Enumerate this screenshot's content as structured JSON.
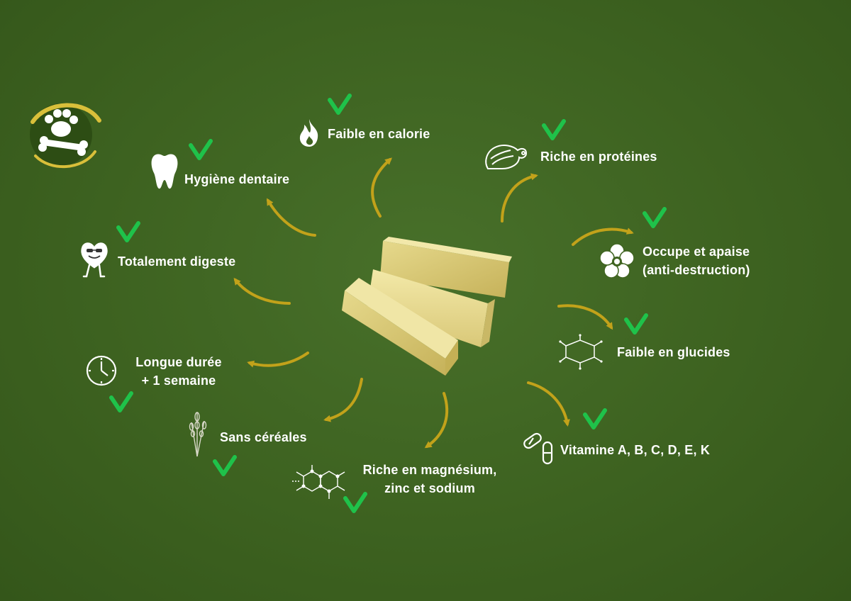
{
  "colors": {
    "background": "#3f6420",
    "check": "#1fc24a",
    "arrow": "#c2a21a",
    "text": "#ffffff",
    "logo_ring": "#d9bf3a"
  },
  "logo": {
    "icon": "paw-bone-icon"
  },
  "product": {
    "icon": "yak-cheese-chews-image"
  },
  "benefits": [
    {
      "id": "calorie",
      "label": "Faible en calorie",
      "icon": "flame-icon",
      "checked": true
    },
    {
      "id": "proteines",
      "label": "Riche en protéines",
      "icon": "meat-icon",
      "checked": true
    },
    {
      "id": "apaise",
      "label_line1": "Occupe et apaise",
      "label_line2": "(anti-destruction)",
      "icon": "flower-icon",
      "checked": true
    },
    {
      "id": "glucides",
      "label": "Faible en glucides",
      "icon": "glucose-molecule-icon",
      "checked": true
    },
    {
      "id": "vitamine",
      "label": "Vitamine A, B, C, D, E, K",
      "icon": "pills-icon",
      "checked": true
    },
    {
      "id": "magnesium",
      "label_line1": "Riche en magnésium,",
      "label_line2": "zinc et sodium",
      "icon": "molecule-network-icon",
      "checked": true
    },
    {
      "id": "cereales",
      "label": "Sans céréales",
      "icon": "wheat-icon",
      "checked": true
    },
    {
      "id": "duree",
      "label_line1": "Longue durée",
      "label_line2": "+ 1 semaine",
      "icon": "clock-icon",
      "checked": true
    },
    {
      "id": "digeste",
      "label": "Totalement digeste",
      "icon": "happy-heart-icon",
      "checked": true
    },
    {
      "id": "dentaire",
      "label": "Hygiène dentaire",
      "icon": "tooth-icon",
      "checked": true
    }
  ]
}
